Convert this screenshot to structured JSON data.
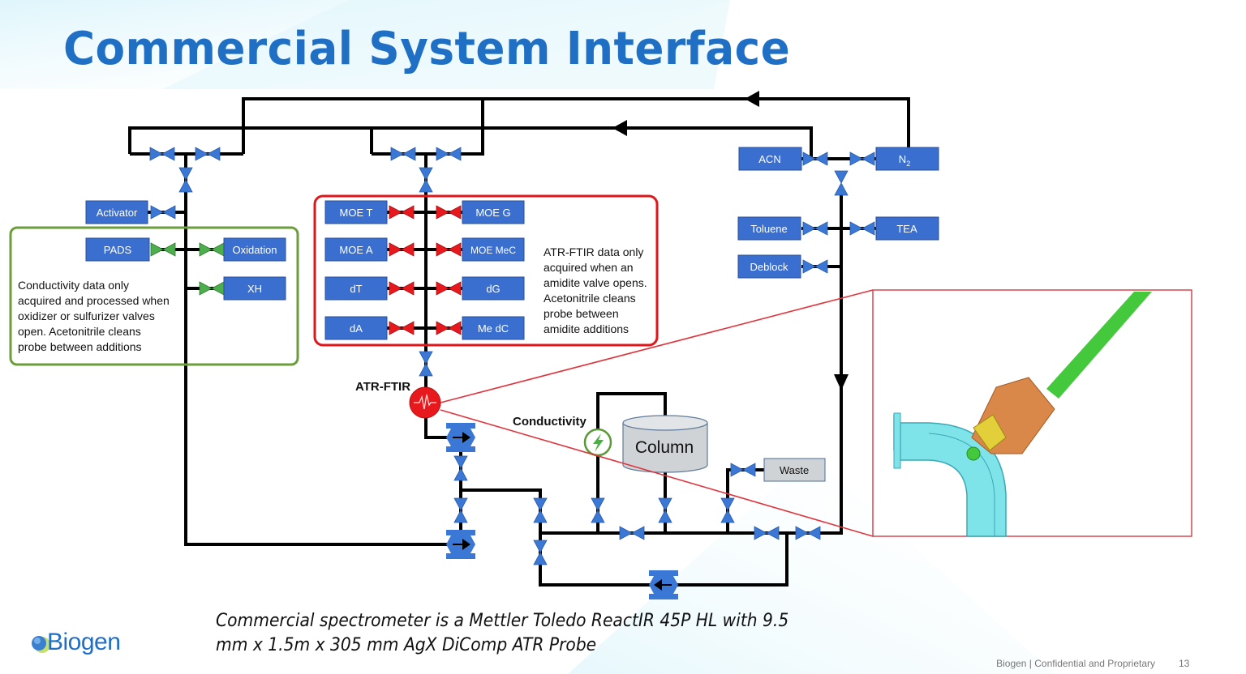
{
  "slide": {
    "title": "Commercial System Interface",
    "caption_line1": "Commercial spectrometer is a Mettler Toledo ReactIR 45P HL with 9.5",
    "caption_line2": "mm x 1.5m x 305 mm AgX DiComp ATR Probe",
    "footer": "Biogen | Confidential and Proprietary",
    "page_number": "13",
    "logo_text": "Biogen"
  },
  "colors": {
    "title": "#1f6fc5",
    "reagent_box": "#3a6fd0",
    "valve_blue": "#3b78d6",
    "valve_red": "#e8191c",
    "valve_green": "#4cae4c",
    "green_group_border": "#6b9e3a",
    "red_group_border": "#e0161b",
    "column_fill": "#d0d3d6",
    "waste_fill": "#d0d3d6"
  },
  "reagents": {
    "activator": "Activator",
    "pads": "PADS",
    "oxidation": "Oxidation",
    "xh": "XH",
    "moe_t": "MOE T",
    "moe_g": "MOE G",
    "moe_a": "MOE A",
    "moe_mec": "MOE MeC",
    "dt": "dT",
    "dg": "dG",
    "da": "dA",
    "me_dc": "Me dC",
    "acn": "ACN",
    "n2": "N",
    "n2_sub": "2",
    "toluene": "Toluene",
    "tea": "TEA",
    "deblock": "Deblock",
    "waste": "Waste",
    "column": "Column"
  },
  "notes": {
    "conductivity_note": [
      "Conductivity data only",
      "acquired and processed when",
      "oxidizer or sulfurizer valves",
      "open. Acetonitrile cleans",
      "probe between additions"
    ],
    "atr_note": [
      "ATR-FTIR data only",
      "acquired when an",
      "amidite valve opens.",
      "Acetonitrile cleans",
      "probe between",
      "amidite additions"
    ]
  },
  "labels": {
    "atr_ftir": "ATR-FTIR",
    "conductivity": "Conductivity"
  },
  "icons": {
    "atr_sensor": "waveform-icon",
    "conductivity_sensor": "lightning-icon",
    "pump": "pump-icon",
    "valve": "bowtie-valve-icon"
  }
}
